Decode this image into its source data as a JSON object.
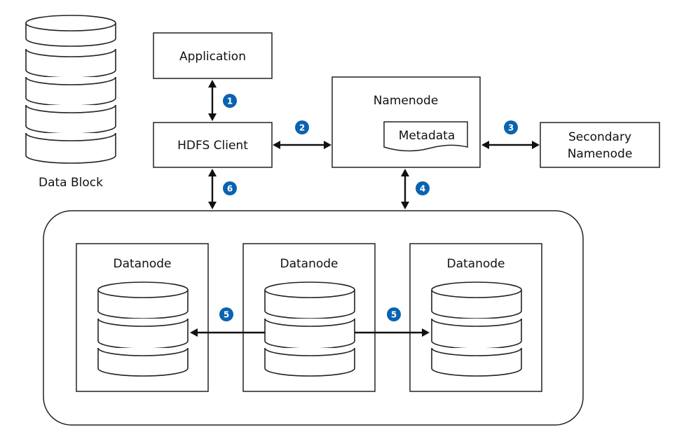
{
  "nodes": {
    "data_block_label": "Data Block",
    "application": "Application",
    "hdfs_client": "HDFS Client",
    "namenode": "Namenode",
    "metadata": "Metadata",
    "secondary_namenode_line1": "Secondary",
    "secondary_namenode_line2": "Namenode",
    "datanode_1": "Datanode",
    "datanode_2": "Datanode",
    "datanode_3": "Datanode"
  },
  "badges": {
    "b1": "1",
    "b2": "2",
    "b3": "3",
    "b4": "4",
    "b5_left": "5",
    "b5_right": "5",
    "b6": "6"
  },
  "colors": {
    "badge": "#0a63b0",
    "line": "#111111"
  }
}
